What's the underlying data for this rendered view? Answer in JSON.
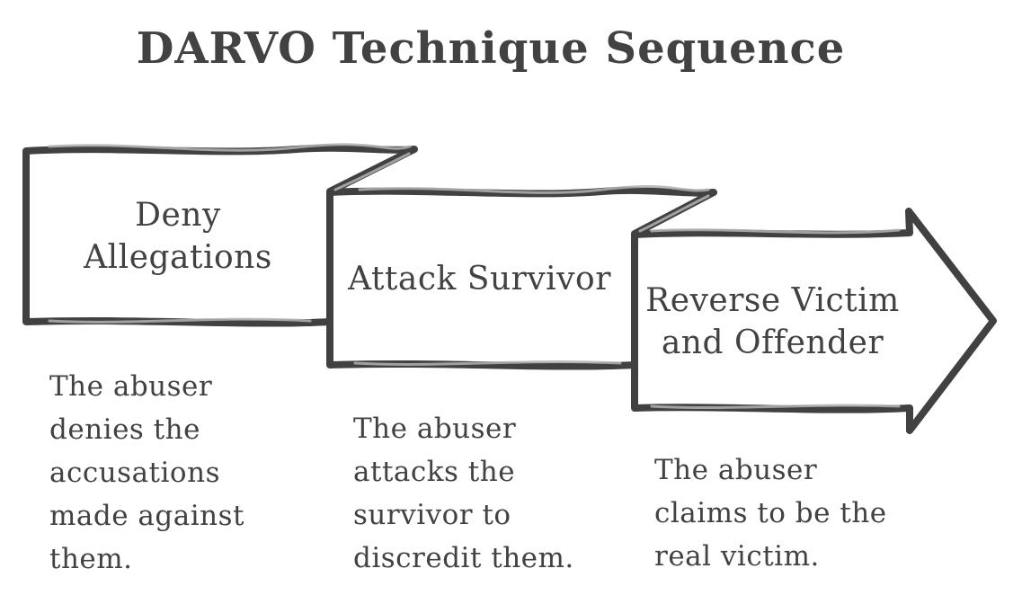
{
  "title": "DARVO Technique Sequence",
  "colors": {
    "stroke": "#414141",
    "text": "#424242",
    "sketch_secondary": "#b3b3b3",
    "background": "#ffffff"
  },
  "diagram": {
    "type": "sequence-flow",
    "direction": "left-to-right",
    "style": "hand-drawn ribbon boxes ending in block arrow",
    "steps": [
      {
        "order": 1,
        "label": "Deny\nAllegations",
        "description": "The abuser\ndenies the\naccusations\nmade against\nthem."
      },
      {
        "order": 2,
        "label": "Attack Survivor",
        "description": "The abuser\nattacks the\nsurvivor to\ndiscredit them."
      },
      {
        "order": 3,
        "label": "Reverse Victim\nand Offender",
        "description": "The abuser\nclaims to be the\nreal victim."
      }
    ]
  }
}
